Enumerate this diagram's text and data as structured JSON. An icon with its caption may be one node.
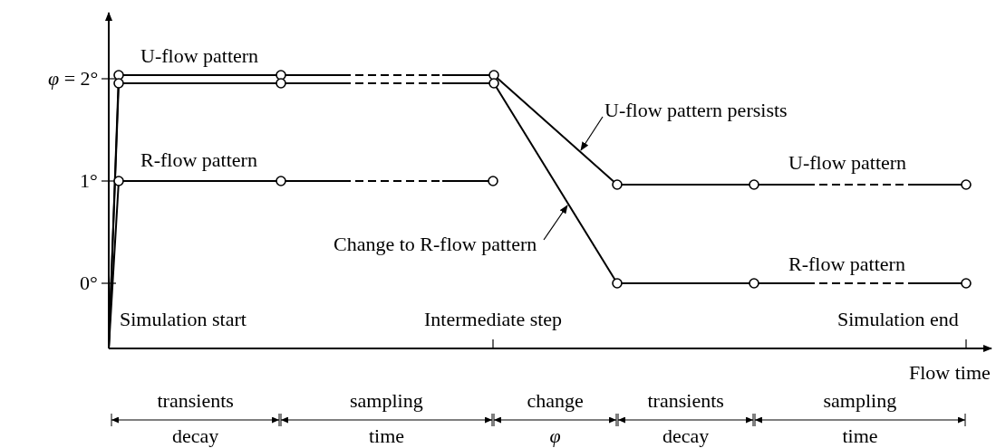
{
  "diagram": {
    "nodes": [
      {
        "text": [
          "U-flow pattern persists"
        ]
      },
      {
        "text": [
          "Change to R-flow pattern"
        ]
      }
    ],
    "edges": [
      {
        "from": 0,
        "to": null,
        "arrow": "to"
      },
      {
        "from": 1,
        "to": null,
        "arrow": "to"
      }
    ],
    "labels": [
      "*φ* = 2°",
      "U-flow pattern",
      "R-flow pattern",
      "1°",
      "U-flow pattern",
      "R-flow pattern",
      "0°",
      "Simulation start",
      "Intermediate step",
      "Simulation end",
      "Flow time",
      "transients",
      "sampling",
      "change",
      "transients",
      "sampling",
      "decay",
      "time",
      "φ",
      "decay",
      "time"
    ]
  }
}
